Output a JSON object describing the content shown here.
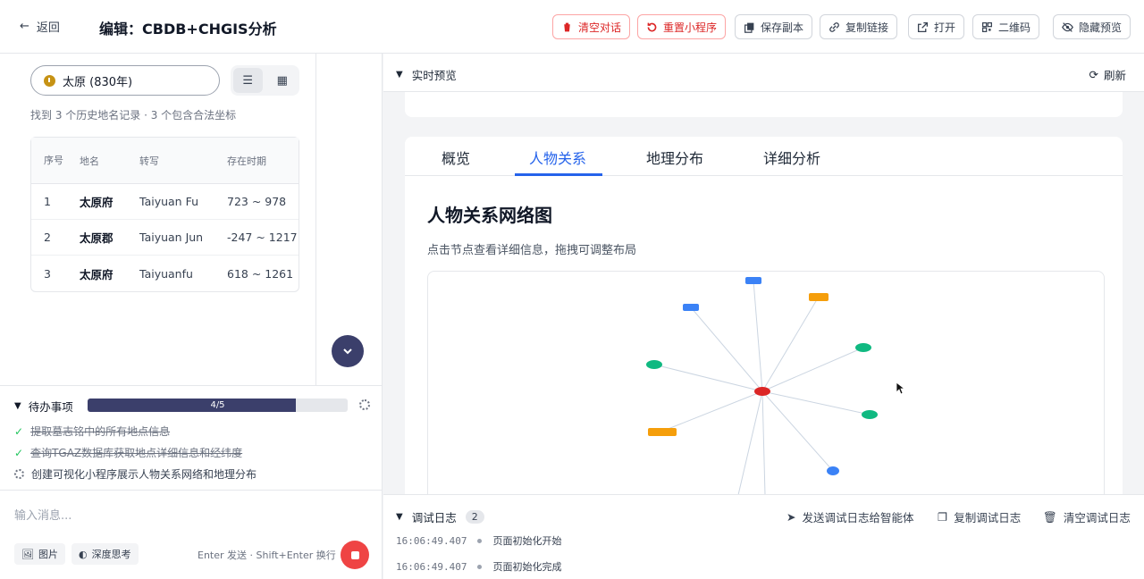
{
  "header": {
    "back_label": "返回",
    "title": "编辑：CBDB+CHGIS分析",
    "buttons": [
      {
        "label": "清空对话"
      },
      {
        "label": "重置小程序"
      },
      {
        "label": "保存副本"
      },
      {
        "label": "复制链接"
      },
      {
        "label": "打开"
      },
      {
        "label": "二维码"
      },
      {
        "label": "隐藏预览"
      }
    ]
  },
  "left": {
    "place_filter": "太原 (830年)",
    "found_text": "找到 3 个历史地名记录 · 3 个包含合法坐标",
    "table": {
      "headers": [
        "序号",
        "地名",
        "转写",
        "存在时期"
      ],
      "rows": [
        [
          "1",
          "太原府",
          "Taiyuan Fu",
          "723 ~ 978"
        ],
        [
          "2",
          "太原郡",
          "Taiyuan Jun",
          "-247 ~ 1217"
        ],
        [
          "3",
          "太原府",
          "Taiyuanfu",
          "618 ~ 1261"
        ]
      ]
    }
  },
  "todo": {
    "title": "待办事项",
    "progress_text": "4/5",
    "progress": 0.8,
    "items": [
      {
        "text": "提取墓志铭中的所有地点信息",
        "status": "done"
      },
      {
        "text": "查询TGAZ数据库获取地点详细信息和经纬度",
        "status": "done"
      },
      {
        "text": "创建可视化小程序展示人物关系网络和地理分布",
        "status": "pending"
      }
    ]
  },
  "input": {
    "placeholder": "输入消息...",
    "image_label": "图片",
    "think_label": "深度思考",
    "hint": "Enter 发送 · Shift+Enter 换行"
  },
  "preview": {
    "title": "实时预览",
    "refresh_label": "刷新",
    "tabs": [
      "概览",
      "人物关系",
      "地理分布",
      "详细分析"
    ],
    "active_tab": "人物关系",
    "graph_title": "人物关系网络图",
    "graph_subtitle": "点击节点查看详细信息，拖拽可调整布局"
  },
  "log": {
    "title": "调试日志",
    "count": "2",
    "send_label": "发送调试日志给智能体",
    "copy_label": "复制调试日志",
    "clear_label": "清空调试日志",
    "entries": [
      {
        "time": "16:06:49.407",
        "text": "页面初始化开始"
      },
      {
        "time": "16:06:49.407",
        "text": "页面初始化完成"
      }
    ]
  },
  "colors": {
    "accent": "#2563eb",
    "progress": "#3b3f6b",
    "danger": "#dc2626",
    "node_center": "#dc2626",
    "node_blue": "#3b82f6",
    "node_orange": "#f59e0b",
    "node_green": "#10b981"
  }
}
